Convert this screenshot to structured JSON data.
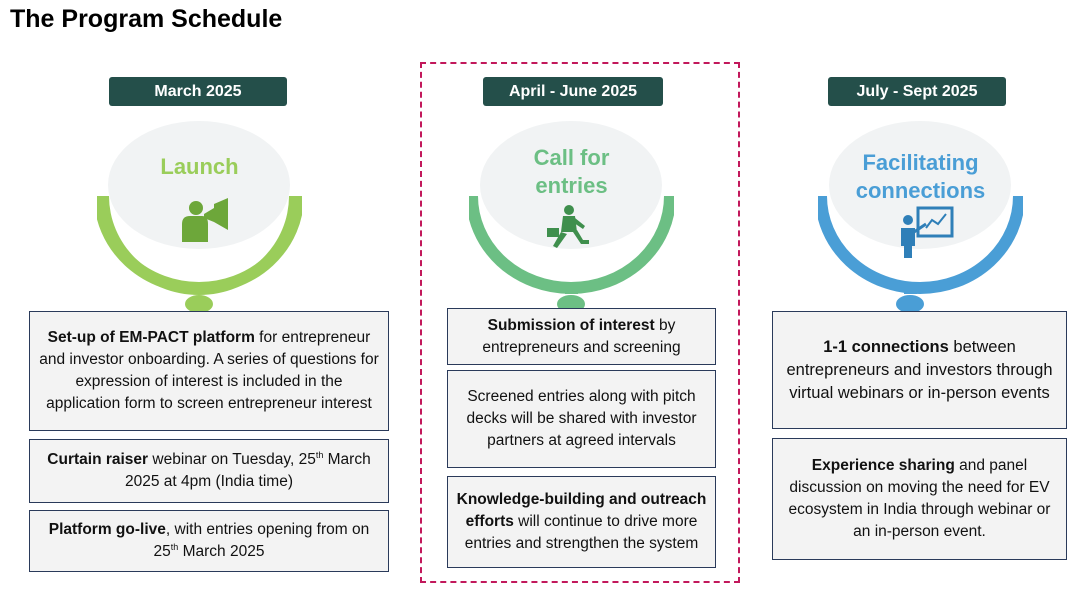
{
  "title": "The Program Schedule",
  "colors": {
    "pill": "#244f4a",
    "green_light": "#9acd5a",
    "green_mid": "#6cbf84",
    "blue": "#4a9ed6",
    "highlight": "#c2185b"
  },
  "stages": [
    {
      "date": "March 2025",
      "heading": "Launch",
      "icon": "megaphone-person-icon",
      "boxes": [
        {
          "bold": "Set-up of EM-PACT platform",
          "text": " for entrepreneur and investor onboarding. A series of questions for expression of interest is included in the application form to screen entrepreneur interest"
        },
        {
          "bold": "Curtain raiser",
          "text": " webinar on Tuesday, 25",
          "sup": "th",
          "text2": " March 2025 at 4pm (India time)"
        },
        {
          "bold": "Platform go-live",
          "text": ", with entries opening from on 25",
          "sup": "th",
          "text2": " March 2025"
        }
      ]
    },
    {
      "date": "April - June 2025",
      "heading_line1": "Call for",
      "heading_line2": "entries",
      "icon": "running-businessman-icon",
      "boxes": [
        {
          "bold": "Submission of interest",
          "text": " by entrepreneurs and screening"
        },
        {
          "text": "Screened entries along with pitch decks will be shared with investor partners at agreed intervals"
        },
        {
          "bold": "Knowledge-building and outreach efforts",
          "text": " will continue to drive more entries and strengthen the system"
        }
      ]
    },
    {
      "date": "July - Sept 2025",
      "heading_line1": "Facilitating",
      "heading_line2": "connections",
      "icon": "presenter-board-icon",
      "boxes": [
        {
          "bold": "1-1 connections",
          "text": " between entrepreneurs and investors through virtual webinars or in-person events"
        },
        {
          "bold": "Experience sharing",
          "text": " and panel discussion on moving the need for EV ecosystem in India through webinar or an in-person event."
        }
      ]
    }
  ]
}
